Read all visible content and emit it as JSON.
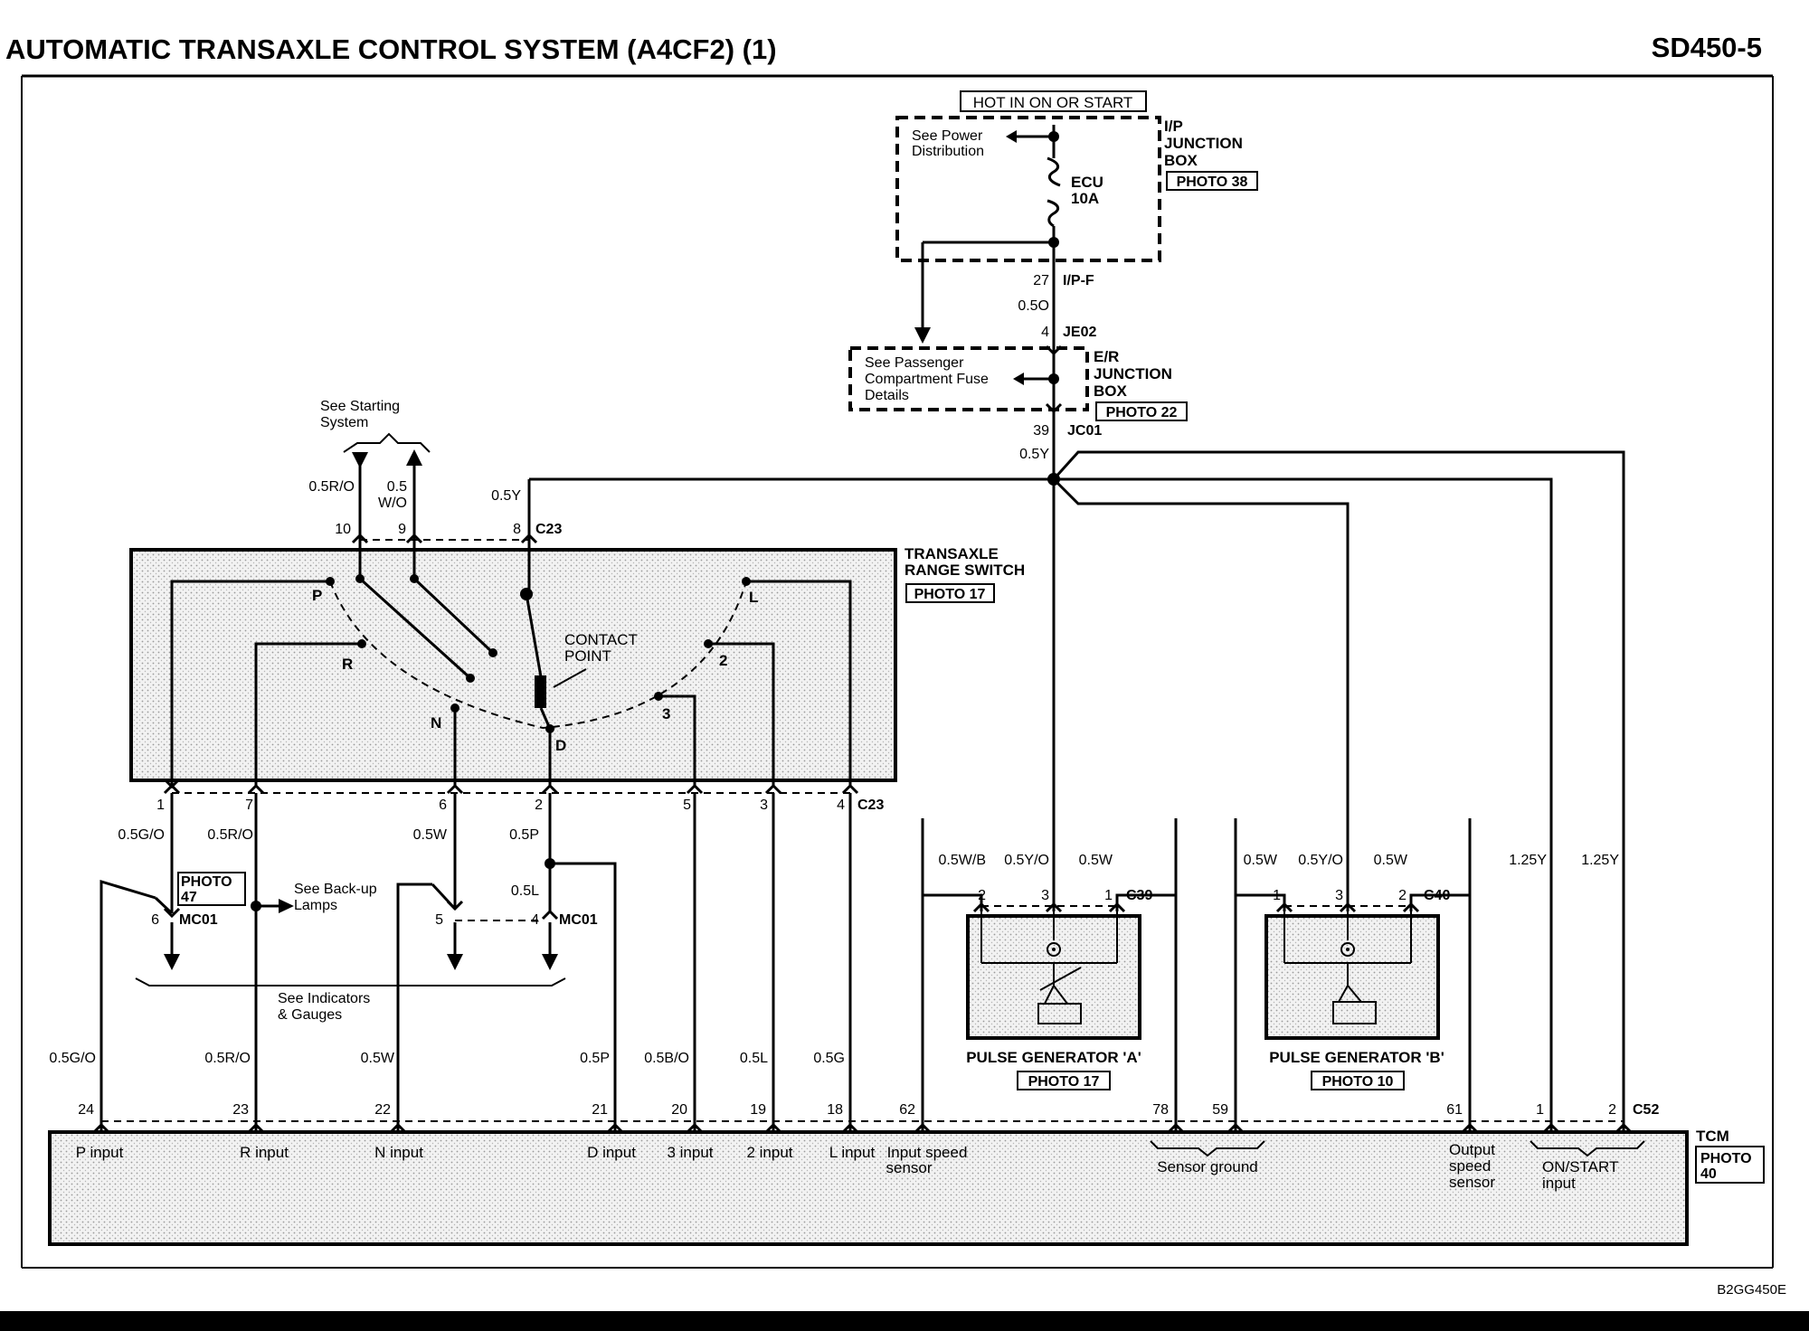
{
  "header": {
    "title": "AUTOMATIC TRANSAXLE CONTROL SYSTEM (A4CF2) (1)",
    "page_code": "SD450-5"
  },
  "footer": {
    "figure_code": "B2GG450E"
  },
  "power": {
    "hot_label": "HOT IN ON OR START",
    "ip_box": [
      "I/P",
      "JUNCTION",
      "BOX"
    ],
    "ip_photo": "PHOTO 38",
    "see_power": [
      "See Power",
      "Distribution"
    ],
    "fuse": [
      "ECU",
      "10A"
    ],
    "ipf_pin": "27",
    "ipf_name": "I/P-F",
    "wire_050": "0.5O",
    "je02_pin": "4",
    "je02_name": "JE02",
    "er_box": [
      "E/R",
      "JUNCTION",
      "BOX"
    ],
    "er_photo": "PHOTO 22",
    "see_passenger": [
      "See Passenger",
      "Compartment Fuse",
      "Details"
    ],
    "jc01_pin": "39",
    "jc01_name": "JC01",
    "wire_05y": "0.5Y"
  },
  "range_switch": {
    "title": [
      "TRANSAXLE",
      "RANGE SWITCH"
    ],
    "photo": "PHOTO 17",
    "see_starting": [
      "See Starting",
      "System"
    ],
    "top_wires": {
      "w10": "0.5R/O",
      "w9": [
        "0.5",
        "W/O"
      ],
      "w8": "0.5Y"
    },
    "top_pins": {
      "p10": "10",
      "p9": "9",
      "p8": "8",
      "conn": "C23"
    },
    "positions": {
      "P": "P",
      "R": "R",
      "N": "N",
      "D": "D",
      "three": "3",
      "two": "2",
      "L": "L"
    },
    "contact": [
      "CONTACT",
      "POINT"
    ],
    "bottom_pins": {
      "p1": "1",
      "p7": "7",
      "p6": "6",
      "p2": "2",
      "p5": "5",
      "p3": "3",
      "p4": "4",
      "conn": "C23"
    }
  },
  "mid": {
    "w_gO": "0.5G/O",
    "w_rO": "0.5R/O",
    "w_w": "0.5W",
    "w_p": "0.5P",
    "w_l": "0.5L",
    "photo47": [
      "PHOTO",
      "47"
    ],
    "mc01_6": "6",
    "mc01_5": "5",
    "mc01_4": "4",
    "mc01": "MC01",
    "see_backup": [
      "See Back-up",
      "Lamps"
    ],
    "see_indicators": [
      "See Indicators",
      "& Gauges"
    ]
  },
  "pulse_a": {
    "wires": [
      "0.5W/B",
      "0.5Y/O",
      "0.5W"
    ],
    "pins": [
      "2",
      "3",
      "1"
    ],
    "conn": "C39",
    "name": "PULSE GENERATOR 'A'",
    "photo": "PHOTO 17"
  },
  "pulse_b": {
    "wires": [
      "0.5W",
      "0.5Y/O",
      "0.5W"
    ],
    "pins": [
      "1",
      "3",
      "2"
    ],
    "conn": "C40",
    "name": "PULSE GENERATOR 'B'",
    "photo": "PHOTO 10"
  },
  "right_wires": [
    "1.25Y",
    "1.25Y"
  ],
  "tcm_wires": {
    "w24": "0.5G/O",
    "w23": "0.5R/O",
    "w22": "0.5W",
    "w21": "0.5P",
    "w20": "0.5B/O",
    "w19": "0.5L",
    "w18": "0.5G"
  },
  "tcm": {
    "name": "TCM",
    "photo": [
      "PHOTO",
      "40"
    ],
    "conn": "C52",
    "pins": [
      "24",
      "23",
      "22",
      "21",
      "20",
      "19",
      "18",
      "62",
      "78",
      "59",
      "61",
      "1",
      "2"
    ],
    "inputs": {
      "p": "P input",
      "r": "R input",
      "n": "N input",
      "d": "D input",
      "three": "3 input",
      "two": "2 input",
      "l": "L input",
      "input_speed": [
        "Input speed",
        "sensor"
      ],
      "sensor_ground": "Sensor ground",
      "output_speed": [
        "Output",
        "speed",
        "sensor"
      ],
      "on_start": [
        "ON/START",
        "input"
      ]
    }
  }
}
